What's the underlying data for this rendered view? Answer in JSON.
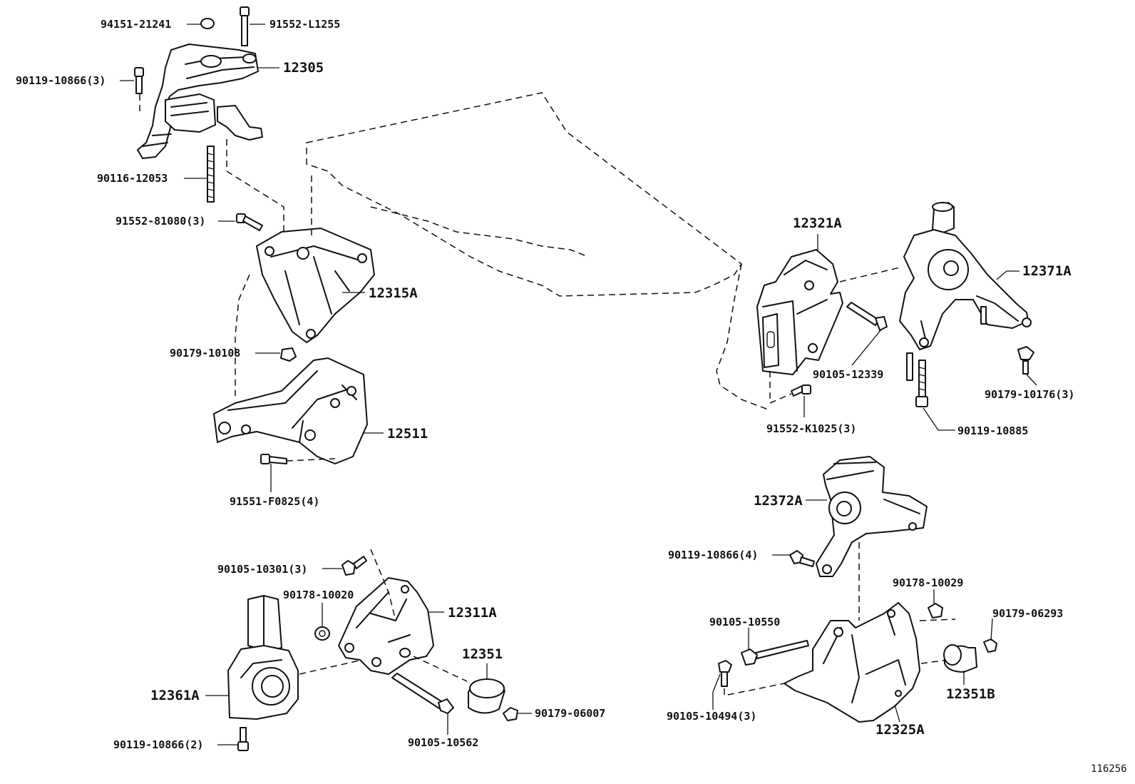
{
  "diagram": {
    "figure_number": "116256",
    "callouts": [
      {
        "id": "c1",
        "text": "94151-21241"
      },
      {
        "id": "c2",
        "text": "91552-L1255"
      },
      {
        "id": "c3",
        "text": "12305"
      },
      {
        "id": "c4",
        "text": "90119-10866(3)"
      },
      {
        "id": "c5",
        "text": "90116-12053"
      },
      {
        "id": "c6",
        "text": "91552-81080(3)"
      },
      {
        "id": "c7",
        "text": "12315A"
      },
      {
        "id": "c8",
        "text": "90179-10108"
      },
      {
        "id": "c9",
        "text": "12511"
      },
      {
        "id": "c10",
        "text": "91551-F0825(4)"
      },
      {
        "id": "c11",
        "text": "90105-10301(3)"
      },
      {
        "id": "c12",
        "text": "90178-10020"
      },
      {
        "id": "c13",
        "text": "12311A"
      },
      {
        "id": "c14",
        "text": "12351"
      },
      {
        "id": "c15",
        "text": "12361A"
      },
      {
        "id": "c16",
        "text": "90179-06007"
      },
      {
        "id": "c17",
        "text": "90119-10866(2)"
      },
      {
        "id": "c18",
        "text": "90105-10562"
      },
      {
        "id": "c19",
        "text": "12321A"
      },
      {
        "id": "c20",
        "text": "12371A"
      },
      {
        "id": "c21",
        "text": "90105-12339"
      },
      {
        "id": "c22",
        "text": "90179-10176(3)"
      },
      {
        "id": "c23",
        "text": "91552-K1025(3)"
      },
      {
        "id": "c24",
        "text": "90119-10885"
      },
      {
        "id": "c25",
        "text": "12372A"
      },
      {
        "id": "c26",
        "text": "90119-10866(4)"
      },
      {
        "id": "c27",
        "text": "90178-10029"
      },
      {
        "id": "c28",
        "text": "90105-10550"
      },
      {
        "id": "c29",
        "text": "90179-06293"
      },
      {
        "id": "c30",
        "text": "12351B"
      },
      {
        "id": "c31",
        "text": "90105-10494(3)"
      },
      {
        "id": "c32",
        "text": "12325A"
      }
    ]
  }
}
